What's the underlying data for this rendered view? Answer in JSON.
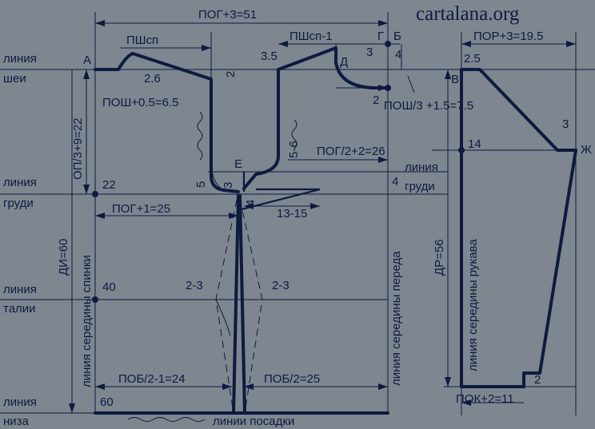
{
  "site": "cartalana.org",
  "lines_left": {
    "neck": [
      "линия",
      "шеи"
    ],
    "chest": [
      "линия",
      "груди"
    ],
    "waist": [
      "линия",
      "талии"
    ],
    "bottom": [
      "линия",
      "низа"
    ]
  },
  "chest_right": [
    "линия",
    "груди"
  ],
  "points": {
    "A": "А",
    "B": "Б",
    "V": "В",
    "G": "Г",
    "D": "Д",
    "E": "Е",
    "Zh": "Ж"
  },
  "dims": {
    "pog": "ПОГ+3=51",
    "pshsp": "ПШсп",
    "pshsp_front": "ПШсп-1",
    "por": "ПОР+3=19.5",
    "posh_back": "ПОШ+0.5=6.5",
    "posh_front": "ПОШ/3 +1.5=7.5",
    "op": "ОП/3+9=22",
    "di": "ДИ=60",
    "pog_half": "ПОГ/2+2=26",
    "pog_back": "ПОГ+1=25",
    "dart_range": "13-15",
    "pob_back": "ПОБ/2-1=24",
    "pob_front": "ПОБ/2=25",
    "dr": "ДР=56",
    "pok": "ПОК+2=11"
  },
  "small": {
    "v3_5": "3.5",
    "v3": "3",
    "v4": "4",
    "v2_6": "2.6",
    "v2": "2",
    "v5_6": "5-6",
    "v5": "5",
    "v3b": "3",
    "v4b": "4",
    "v4c": "4",
    "v2_5": "2.5",
    "v3c": "3",
    "v14": "14",
    "v2b": "2",
    "v22": "22",
    "v40": "40",
    "v60": "60",
    "d23a": "2-3",
    "d23b": "2-3",
    "v2c": "2"
  },
  "vertical": {
    "back_center": "линия середины спинки",
    "front_center": "линия середины переда",
    "sleeve_center": "линия середины рукава"
  },
  "ease_lines": "линии посадки"
}
